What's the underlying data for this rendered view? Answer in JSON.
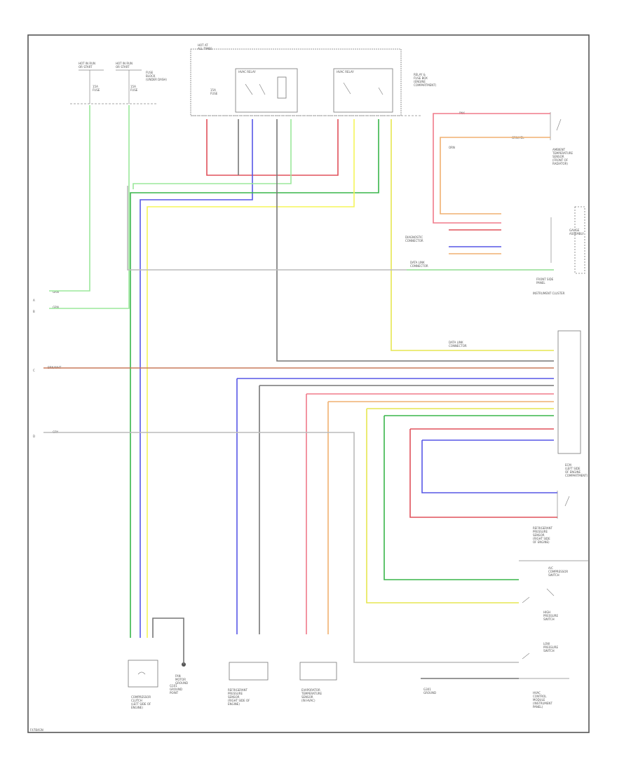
{
  "colors": {
    "green": "#39b54a",
    "lightgreen": "#9be89b",
    "red": "#e0505a",
    "pink": "#f07a8a",
    "blue": "#5656e6",
    "yellow": "#f5f55a",
    "darkyellow": "#e6e650",
    "orange": "#f0b070",
    "brown": "#c87a5a",
    "gray": "#777777",
    "lightgray": "#bbbbbb"
  },
  "labels": {
    "tl_fuse_left": "HOT IN RUN\nOR START",
    "tl_fuse_right": "HOT IN RUN\nOR START",
    "fuse_left": "15A\nFUSE",
    "fuse_right": "15A\nFUSE",
    "fuse_block": "FUSE\nBLOCK\n(UNDER DASH)",
    "relay_center_title": "HOT AT\nALL TIMES",
    "relay_center_fuse": "15A\nFUSE",
    "relay_a": "HVAC RELAY",
    "relay_b": "HVAC RELAY",
    "relay_box": "RELAY &\nFUSE BOX\n(ENGINE\nCOMPARTMENT)",
    "ambient_sensor": "AMBIENT\nTEMPERATURE\nSENSOR\n(FRONT OF\nRADIATOR)",
    "ambient_pink": "PNK",
    "ambient_lgn": "GRN/YEL",
    "ambient_orn": "ORN",
    "combo_a": "DIAGNOSTIC\nCONNECTOR",
    "combo_b": "DATA LINK\nCONNECTOR",
    "cluster_module": "GAUGE\nASSEMBLY",
    "inst_cluster": "INSTRUMENT CLUSTER",
    "front_panel": "FRONT SIDE\nPANEL",
    "left_a": "GRN",
    "left_b": "GRN",
    "edge_a": "A",
    "edge_b": "B",
    "edge_c": "C",
    "edge_d": "D",
    "wire_brn": "BRN/WHT",
    "wire_gry": "GRY",
    "ecu_conn": "DATA LINK\nCONNECTOR",
    "ecu_module": "ECM\n(LEFT SIDE\nOF ENGINE\nCOMPARTMENT)",
    "pressure_sensor": "REFRIGERANT\nPRESSURE\nSENSOR\n(RIGHT SIDE\nOF ENGINE)",
    "compressor_switch": "A/C\nCOMPRESSOR\nSWITCH",
    "temp_sw_a": "HIGH\nPRESSURE\nSWITCH",
    "temp_sw_b": "LOW\nPRESSURE\nSWITCH",
    "clutch_ground": "G101\nGROUND\nPOINT",
    "compressor_bottom": "COMPRESSOR\nCLUTCH\n(LEFT SIDE OF\nENGINE)",
    "cooling_fan": "FAN\nMOTOR\nGROUND",
    "pressure_bottom": "REFRIGERANT\nPRESSURE\nSENSOR\n(RIGHT SIDE OF\nENGINE)",
    "evap_bottom": "EVAPORATOR\nTEMPERATURE\nSENSOR\n(IN HVAC)",
    "bottom_right": "HVAC\nCONTROL\nMODULE\n(INSTRUMENT\nPANEL)",
    "ground_label": "G301\nGROUND",
    "corner": "F47B4GN"
  }
}
